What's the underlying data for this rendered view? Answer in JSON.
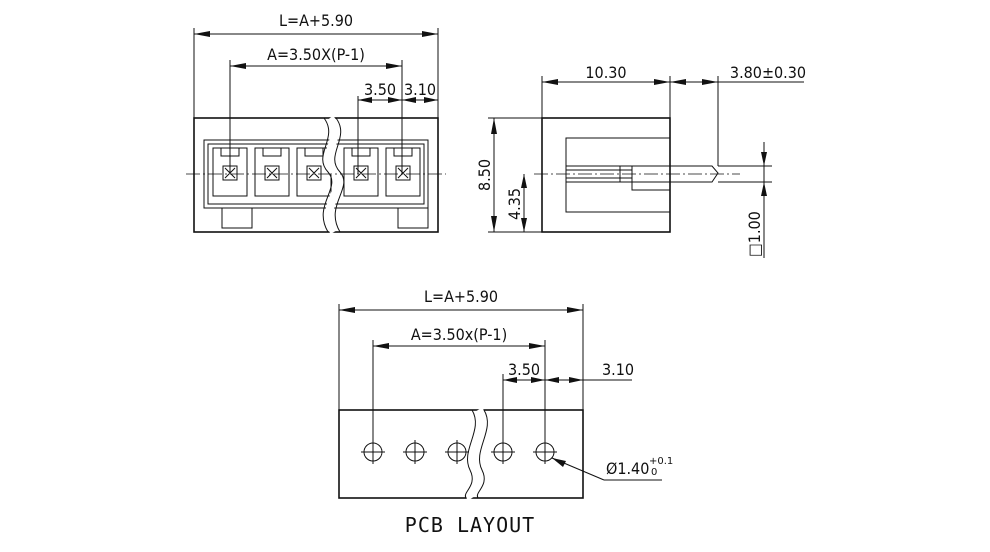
{
  "front_view": {
    "length_label": "L=A+5.90",
    "pitch_total_label": "A=3.50X(P-1)",
    "pitch_label": "3.50",
    "edge_label": "3.10"
  },
  "side_view": {
    "depth_label": "10.30",
    "pin_length_label": "3.80±0.30",
    "height_label": "8.50",
    "pin_height_label": "4.35",
    "pin_size_label": "□1.00"
  },
  "pcb_layout": {
    "length_label": "L=A+5.90",
    "pitch_total_label": "A=3.50x(P-1)",
    "pitch_label": "3.50",
    "edge_label": "3.10",
    "hole_label": "Ø1.40",
    "hole_tol_upper": "+0.1",
    "hole_tol_lower": "0",
    "caption": "PCB LAYOUT"
  }
}
